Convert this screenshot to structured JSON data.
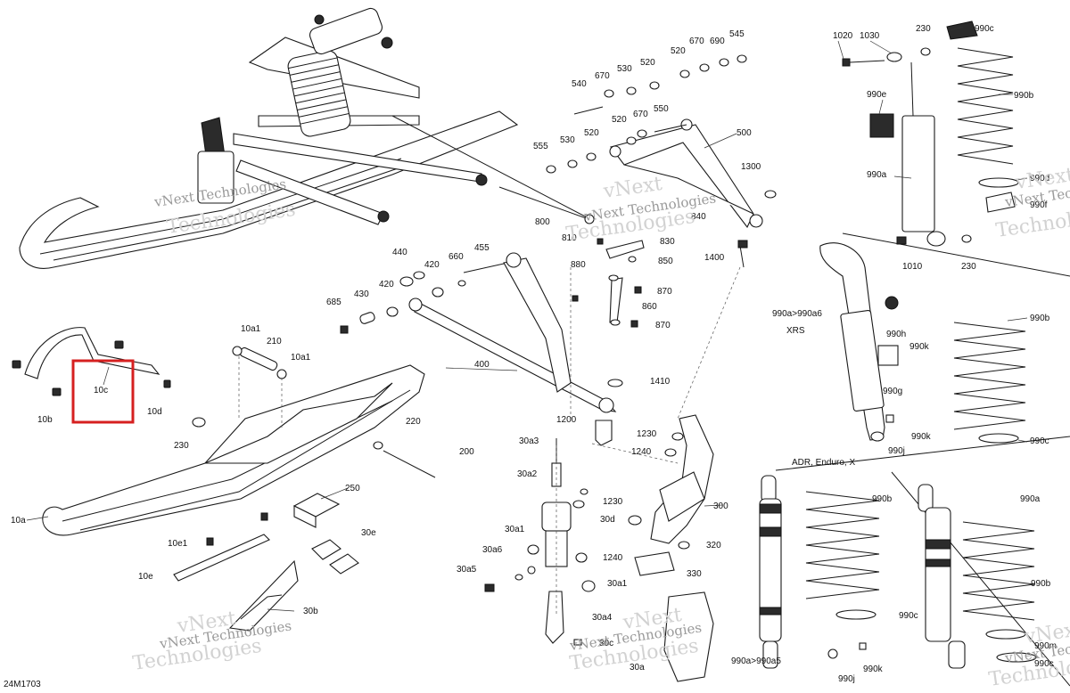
{
  "diagram": {
    "code": "24M1703",
    "sections": {
      "xrs": "XRS",
      "adr": "ADR, Enduro, X"
    },
    "watermark": [
      "vNext Technologies",
      "vNext",
      "Technologies"
    ],
    "highlight_color": "#d62020",
    "callouts": [
      "1020",
      "1030",
      "230",
      "990c",
      "990b",
      "990e",
      "990a",
      "990d",
      "990f",
      "1010",
      "230",
      "520",
      "670",
      "690",
      "545",
      "520",
      "530",
      "670",
      "540",
      "520",
      "670",
      "550",
      "555",
      "530",
      "520",
      "500",
      "1300",
      "800",
      "810",
      "840",
      "830",
      "850",
      "1400",
      "440",
      "455",
      "420",
      "660",
      "880",
      "420",
      "685",
      "430",
      "870",
      "860",
      "870",
      "400",
      "1410",
      "1200",
      "1230",
      "1240",
      "300",
      "320",
      "330",
      "30a3",
      "30a2",
      "1230",
      "30d",
      "30a1",
      "1240",
      "30a6",
      "30a5",
      "30a1",
      "30a4",
      "30c",
      "30a",
      "10a1",
      "210",
      "10a1",
      "10b",
      "10c",
      "10d",
      "230",
      "220",
      "200",
      "250",
      "10a",
      "10e1",
      "30e",
      "10e",
      "30b",
      "990a>990a6",
      "990h",
      "990k",
      "990g",
      "990j",
      "990k",
      "990b",
      "990c",
      "990b",
      "990a",
      "990c",
      "990j",
      "990a>990a5",
      "990k",
      "990b",
      "990m",
      "990c"
    ],
    "highlighted_part": "10c"
  }
}
